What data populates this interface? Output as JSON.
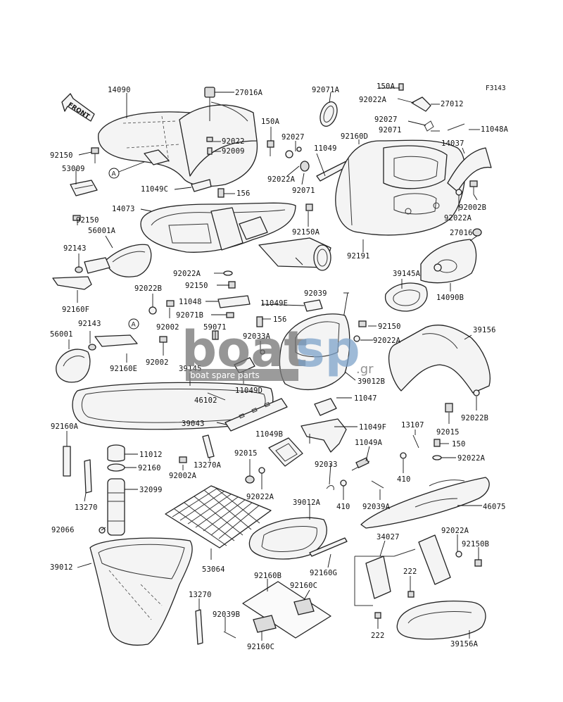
{
  "figure_id": "F3143",
  "front_label": "FRONT",
  "ref_marker": "A",
  "watermark": {
    "brand_a": "boat",
    "brand_b": "sp",
    "tagline": "boat spare parts",
    "tld": ".gr"
  },
  "labels": [
    "14090",
    "27016A",
    "92071A",
    "150A",
    "92022A",
    "27012",
    "92022",
    "92009",
    "150A",
    "92027",
    "92160D",
    "92027",
    "92071",
    "11048A",
    "14037",
    "11049",
    "92150",
    "53009",
    "11049C",
    "156",
    "92022A",
    "92071",
    "92002B",
    "14073",
    "92150",
    "92150A",
    "92022A",
    "56001A",
    "27016",
    "92143",
    "92191",
    "39145A",
    "92022A",
    "92160F",
    "92150",
    "92039",
    "14090B",
    "92022B",
    "11048",
    "11049E",
    "92002",
    "92071B",
    "156",
    "92150",
    "92143",
    "59071",
    "92033A",
    "92022A",
    "39156",
    "56001",
    "92002",
    "92160E",
    "39145",
    "11049D",
    "39012B",
    "46102",
    "11047",
    "92022B",
    "39043",
    "11049B",
    "11049F",
    "13107",
    "92015",
    "92015",
    "150",
    "92160A",
    "11012",
    "13270A",
    "11049A",
    "92022A",
    "92160",
    "92002A",
    "92033",
    "410",
    "32099",
    "92022A",
    "410",
    "92039A",
    "46075",
    "13270",
    "39012A",
    "92022A",
    "92066",
    "34027",
    "92150B",
    "39012",
    "53064",
    "92160G",
    "222",
    "92160B",
    "92160C",
    "13270",
    "92039B",
    "222",
    "92160C",
    "39156A"
  ]
}
